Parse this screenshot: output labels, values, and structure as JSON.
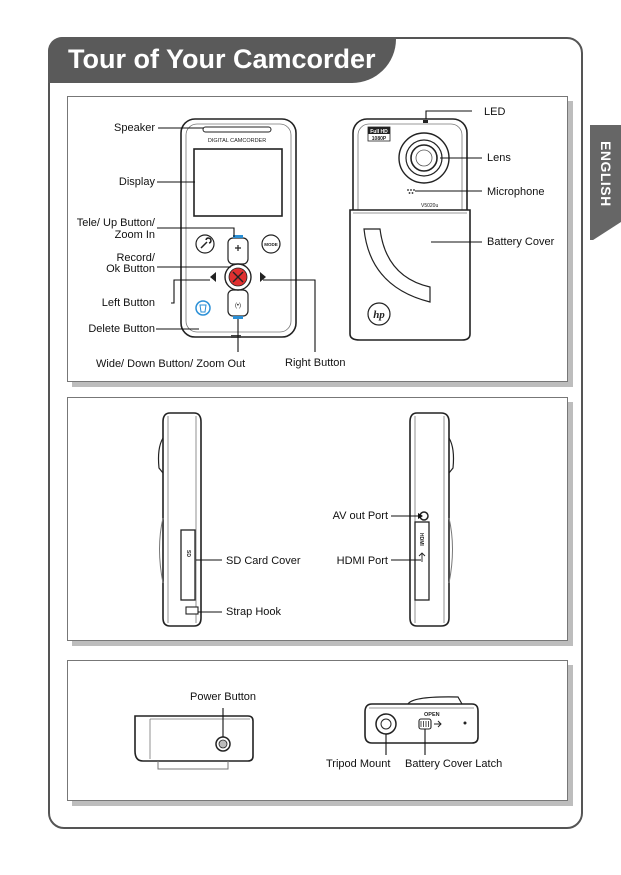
{
  "page": {
    "title": "Tour of Your Camcorder",
    "language_tab": "ENGLISH"
  },
  "panel1": {
    "front_device_text": "DIGITAL CAMCORDER",
    "front_mode_button": "MODE",
    "back_badge_line1": "Full HD",
    "back_badge_line2": "1080P",
    "back_model": "V5020u",
    "back_logo": "hp",
    "labels": {
      "speaker": "Speaker",
      "display": "Display",
      "tele_up_line1": "Tele/ Up Button/",
      "tele_up_line2": "Zoom In",
      "record_ok_line1": "Record/",
      "record_ok_line2": "Ok Button",
      "left_button": "Left Button",
      "delete_button": "Delete Button",
      "wide_down": "Wide/ Down Button/ Zoom Out",
      "right_button": "Right Button",
      "led": "LED",
      "lens": "Lens",
      "microphone": "Microphone",
      "battery_cover": "Battery Cover"
    }
  },
  "panel2": {
    "sd_text": "SD",
    "hdmi_text": "HDMI",
    "labels": {
      "sd_card_cover": "SD Card Cover",
      "strap_hook": "Strap Hook",
      "av_out_port": "AV out Port",
      "hdmi_port": "HDMI Port"
    }
  },
  "panel3": {
    "open_text": "OPEN",
    "labels": {
      "power_button": "Power Button",
      "tripod_mount": "Tripod Mount",
      "battery_cover_latch": "Battery Cover Latch"
    }
  },
  "colors": {
    "title_bar": "#5a5a5a",
    "accent_blue": "#2a8fd6",
    "accent_red": "#e03030",
    "panel_border": "#777777"
  }
}
